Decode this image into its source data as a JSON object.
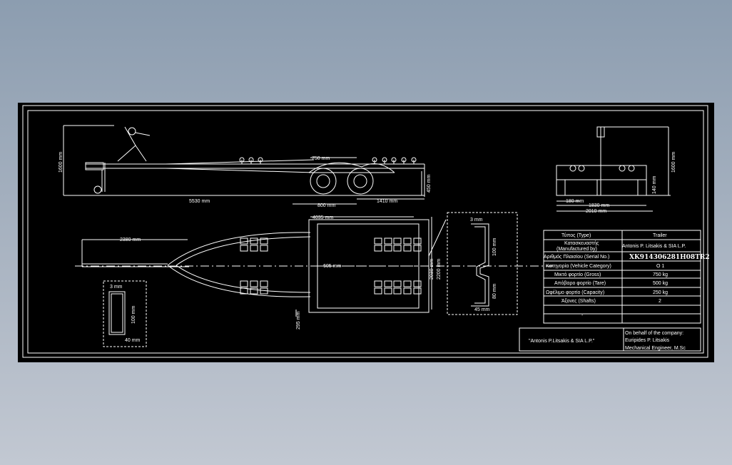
{
  "side_view": {
    "overall_height": "1600 mm",
    "total_length": "5530 mm",
    "axle_spacing": "750 mm",
    "axle_to_rear": "1410 mm",
    "rear_offset": "800 mm",
    "frame_height": "450 mm"
  },
  "rear_view": {
    "height": "1600 mm",
    "frame_height": "140 mm",
    "wheel_width": "180 mm",
    "track_width": "1830 mm",
    "overall_width": "2010 mm"
  },
  "top_view": {
    "drawbar_length": "2380 mm",
    "frame_length": "4035 mm",
    "center_length": "605 mm",
    "outer_width_1": "2030 mm",
    "outer_width_2": "2200 mm",
    "rear_offset": "295 mm"
  },
  "section_left": {
    "thickness": "3 mm",
    "height": "100 mm",
    "width": "40 mm"
  },
  "section_right": {
    "thickness": "3 mm",
    "height": "100 mm",
    "flange": "80 mm",
    "width": "45 mm"
  },
  "title_block": {
    "rows": [
      {
        "label": "Τύπος (Type)",
        "value": "Trailer"
      },
      {
        "label": "Κατασκευαστής (Manufactured by)",
        "value": "Antonis P. Litsakis & SIA L.P."
      },
      {
        "label": "Αριθμός Πλαισίου (Serial No.)",
        "value": "XK914306281H08TR2"
      },
      {
        "label": "Κατηγορία (Vehicle Category)",
        "value": "O 1"
      },
      {
        "label": "Μικτό φορτίο (Gross)",
        "value": "750 kg"
      },
      {
        "label": "Απόβαρο φορτίο (Tare)",
        "value": "500 kg"
      },
      {
        "label": "Ωφέλιμο φορτίο (Capacity)",
        "value": "250 kg"
      },
      {
        "label": "Άξονες (Shafts)",
        "value": "2"
      },
      {
        "label": "-",
        "value": ""
      }
    ],
    "label_header": "Τύπος (Type)",
    "manuf_label_1": "Κατασκευαστής",
    "manuf_label_2": "(Manufactured by)",
    "company_box": "\"Antonis P.Litsakis & SIA L.P.\"",
    "behalf_1": "On behalf of the company:",
    "behalf_2": "Euripides P. Litsakis",
    "behalf_3": "Mechanical Engineer, M.Sc"
  },
  "colors": {
    "background": "#000000",
    "lines": "#ffffff"
  }
}
